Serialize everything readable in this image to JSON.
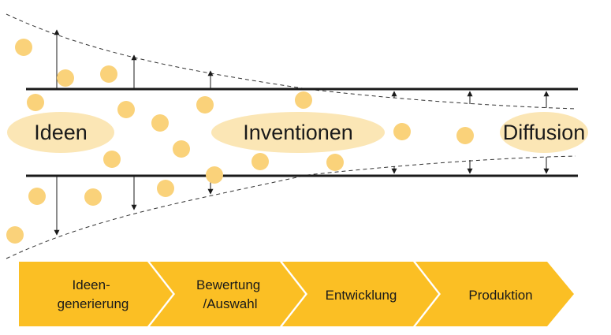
{
  "funnel": {
    "labels": [
      "Ideen",
      "Inventionen",
      "Diffusion"
    ]
  },
  "stages": [
    {
      "line1": "Ideen-",
      "line2": "generierung"
    },
    {
      "line1": "Bewertung",
      "line2": "/Auswahl"
    },
    {
      "line1": "Entwicklung",
      "line2": ""
    },
    {
      "line1": "Produktion",
      "line2": ""
    }
  ],
  "colors": {
    "ellipse": "#FBE6B5",
    "dot": "#FAD27A",
    "arrow_band": "#FBBF24",
    "line": "#1a1a1a"
  }
}
